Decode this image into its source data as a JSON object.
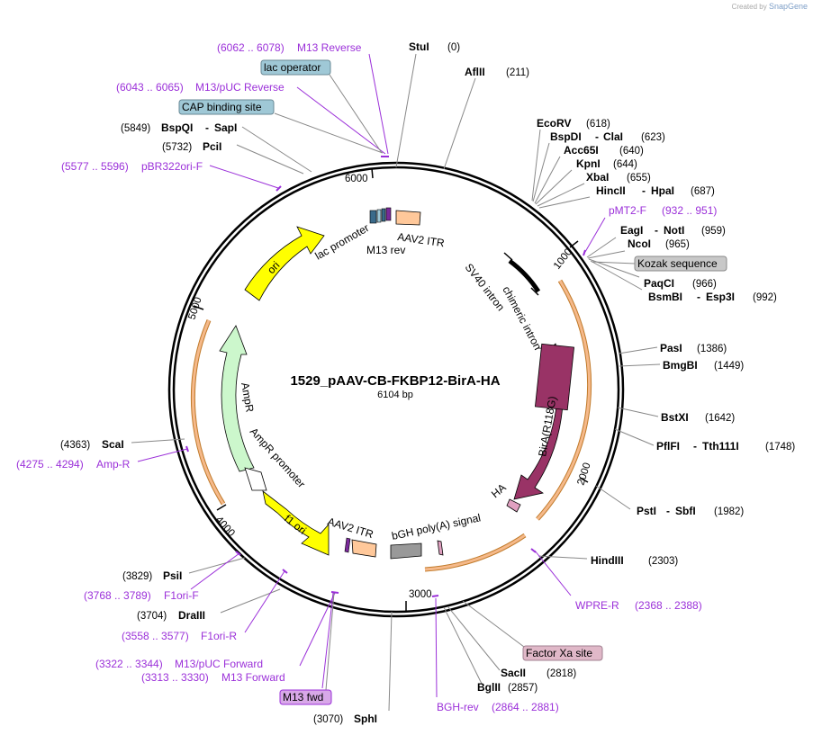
{
  "credit": {
    "prefix": "Created by",
    "brand": "SnapGene"
  },
  "plasmid": {
    "name": "1529_pAAV-CB-FKBP12-BirA-HA",
    "size_label": "6104 bp",
    "length": 6104
  },
  "ticks": [
    "1000",
    "2000",
    "3000",
    "4000",
    "5000",
    "6000"
  ],
  "colors": {
    "primer": "#9b30d9",
    "bar": "#f5b98a",
    "bar_edge": "#c07a2a",
    "ori": "#ffff00",
    "ampr": "#ccf7cc",
    "bira": "#993366",
    "itr": "#ffc89a",
    "term": "#999999",
    "lac_op": "#9fc8d6",
    "kozak": "#c8c8c8",
    "xa": "#e0b8c8",
    "m13fwd": "#d8a8e8"
  },
  "enzymes": [
    {
      "id": "stui",
      "name": "StuI",
      "pos": "(0)"
    },
    {
      "id": "aflii",
      "name": "AflII",
      "pos": "(211)"
    },
    {
      "id": "ecorv",
      "name": "EcoRV",
      "pos": "(618)"
    },
    {
      "id": "bspdi",
      "name": "BspDI",
      "name2": "ClaI",
      "pos": "(623)"
    },
    {
      "id": "acc65i",
      "name": "Acc65I",
      "pos": "(640)"
    },
    {
      "id": "kpni",
      "name": "KpnI",
      "pos": "(644)"
    },
    {
      "id": "xbai",
      "name": "XbaI",
      "pos": "(655)"
    },
    {
      "id": "hincii",
      "name": "HincII",
      "name2": "HpaI",
      "pos": "(687)"
    },
    {
      "id": "eagi",
      "name": "EagI",
      "name2": "NotI",
      "pos": "(959)"
    },
    {
      "id": "ncoi",
      "name": "NcoI",
      "pos": "(965)"
    },
    {
      "id": "paqci",
      "name": "PaqCI",
      "pos": "(966)"
    },
    {
      "id": "bsmbi",
      "name": "BsmBI",
      "name2": "Esp3I",
      "pos": "(992)"
    },
    {
      "id": "pasi",
      "name": "PasI",
      "pos": "(1386)"
    },
    {
      "id": "bmgbi",
      "name": "BmgBI",
      "pos": "(1449)"
    },
    {
      "id": "bstxi",
      "name": "BstXI",
      "pos": "(1642)"
    },
    {
      "id": "pflfi",
      "name": "PflFI",
      "name2": "Tth111I",
      "pos": "(1748)"
    },
    {
      "id": "psti",
      "name": "PstI",
      "name2": "SbfI",
      "pos": "(1982)"
    },
    {
      "id": "hindiii",
      "name": "HindIII",
      "pos": "(2303)"
    },
    {
      "id": "sacii",
      "name": "SacII",
      "pos": "(2818)"
    },
    {
      "id": "bglii",
      "name": "BglII",
      "pos": "(2857)"
    },
    {
      "id": "sphi",
      "name": "SphI",
      "pos": "(3070)"
    },
    {
      "id": "draiii",
      "name": "DraIII",
      "pos": "(3704)"
    },
    {
      "id": "psii",
      "name": "PsiI",
      "pos": "(3829)"
    },
    {
      "id": "scai",
      "name": "ScaI",
      "pos": "(4363)"
    },
    {
      "id": "pcii",
      "name": "PciI",
      "pos": "(5732)"
    },
    {
      "id": "bspqi",
      "name": "BspQI",
      "name2": "SapI",
      "pos": "(5849)"
    }
  ],
  "primers": [
    {
      "id": "m13rev",
      "range": "(6062 .. 6078)",
      "name": "M13 Reverse"
    },
    {
      "id": "m13puc_rev",
      "range": "(6043 .. 6065)",
      "name": "M13/pUC Reverse"
    },
    {
      "id": "pbr322",
      "range": "(5577 .. 5596)",
      "name": "pBR322ori-F"
    },
    {
      "id": "pmt2",
      "name": "pMT2-F",
      "range": "(932 .. 951)"
    },
    {
      "id": "wpre",
      "name": "WPRE-R",
      "range": "(2368 .. 2388)"
    },
    {
      "id": "bghrev",
      "name": "BGH-rev",
      "range": "(2864 .. 2881)"
    },
    {
      "id": "m13puc_fwd",
      "range": "(3322 .. 3344)",
      "name": "M13/pUC Forward"
    },
    {
      "id": "m13fwd",
      "range": "(3313 .. 3330)",
      "name": "M13 Forward"
    },
    {
      "id": "f1ori_r",
      "range": "(3558 .. 3577)",
      "name": "F1ori-R"
    },
    {
      "id": "f1ori_f",
      "range": "(3768 .. 3789)",
      "name": "F1ori-F"
    },
    {
      "id": "ampr_p",
      "range": "(4275 .. 4294)",
      "name": "Amp-R"
    }
  ],
  "boxed": {
    "lac_operator": "lac operator",
    "cap_site": "CAP binding site",
    "kozak": "Kozak sequence",
    "factor_xa": "Factor Xa site",
    "m13_fwd": "M13 fwd"
  },
  "features": {
    "lac_promoter": "lac promoter",
    "m13_rev": "M13 rev",
    "aav2_itr_top": "AAV2 ITR",
    "sv40_intron": "SV40 intron",
    "chimeric_intron": "chimeric intron",
    "bira": "BirA(R118G)",
    "ha": "HA",
    "bgh": "bGH poly(A) signal",
    "aav2_itr_bottom": "AAV2 ITR",
    "f1_ori": "f1 ori",
    "ampr_promoter": "AmpR promoter",
    "ampr": "AmpR",
    "ori": "ori"
  }
}
